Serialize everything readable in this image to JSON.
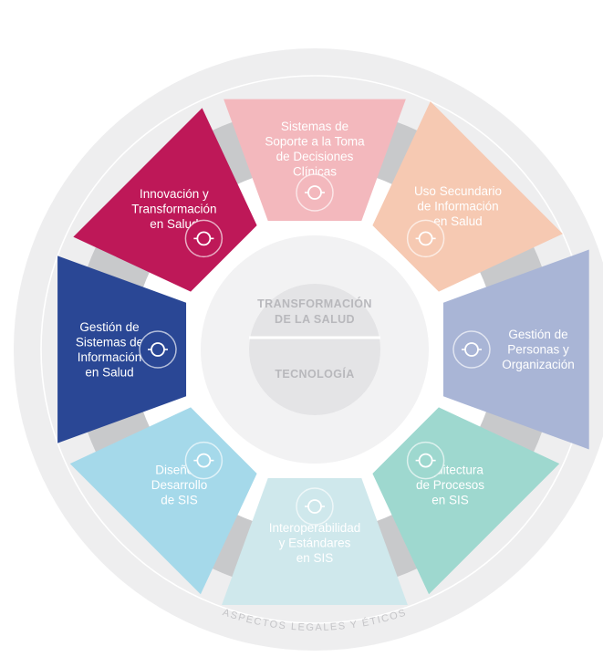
{
  "center": {
    "top_line1": "TRANSFORMACIÓN",
    "top_line2": "DE LA SALUD",
    "bottom": "TECNOLOGÍA"
  },
  "ring_label": "ASPECTOS LEGALES Y ÉTICOS",
  "colors": {
    "outer_ring": "#eeeeef",
    "gray_band": "#c8c9cb",
    "inner_ring": "#f2f2f3",
    "hub": "#e4e4e6",
    "hub_divider": "#ffffff",
    "hub_text": "#b8b8bc",
    "ring_text": "#c5c5c8"
  },
  "segments": [
    {
      "id": "sistemas-soporte-decisiones",
      "lines": [
        "Sistemas de",
        "Soporte a la Toma",
        "de Decisiones",
        "Clínicas"
      ],
      "color": "#f3b8bd",
      "text_color": "#ffffff",
      "icon": "presentation-icon"
    },
    {
      "id": "uso-secundario-informacion",
      "lines": [
        "Uso Secundario",
        "de Información",
        "en Salud"
      ],
      "color": "#f6c9b2",
      "text_color": "#ffffff",
      "icon": "data-cycle-icon"
    },
    {
      "id": "gestion-personas-organizacion",
      "lines": [
        "Gestión de",
        "Personas y",
        "Organización"
      ],
      "color": "#a9b5d6",
      "text_color": "#ffffff",
      "icon": "people-icon"
    },
    {
      "id": "arquitectura-procesos",
      "lines": [
        "Arquitectura",
        "de Procesos",
        "en SIS"
      ],
      "color": "#9ed8cf",
      "text_color": "#ffffff",
      "icon": "checklist-icon"
    },
    {
      "id": "interoperabilidad-estandares",
      "lines": [
        "Interoperabilidad",
        "y Estándares",
        "en SIS"
      ],
      "color": "#cfe8ec",
      "text_color": "#ffffff",
      "icon": "wireless-hand-icon"
    },
    {
      "id": "diseno-desarrollo",
      "lines": [
        "Diseño y",
        "Desarrollo",
        "de SIS"
      ],
      "color": "#a5d9ea",
      "text_color": "#ffffff",
      "icon": "mobile-code-icon"
    },
    {
      "id": "gestion-sistemas-informacion",
      "lines": [
        "Gestión de",
        "Sistemas de",
        "Información",
        "en Salud"
      ],
      "color": "#2a4795",
      "text_color": "#ffffff",
      "icon": "cloud-network-icon"
    },
    {
      "id": "innovacion-transformacion",
      "lines": [
        "Innovación y",
        "Transformación",
        "en Salud"
      ],
      "color": "#be1858",
      "text_color": "#ffffff",
      "icon": "lightbulb-icon"
    }
  ]
}
